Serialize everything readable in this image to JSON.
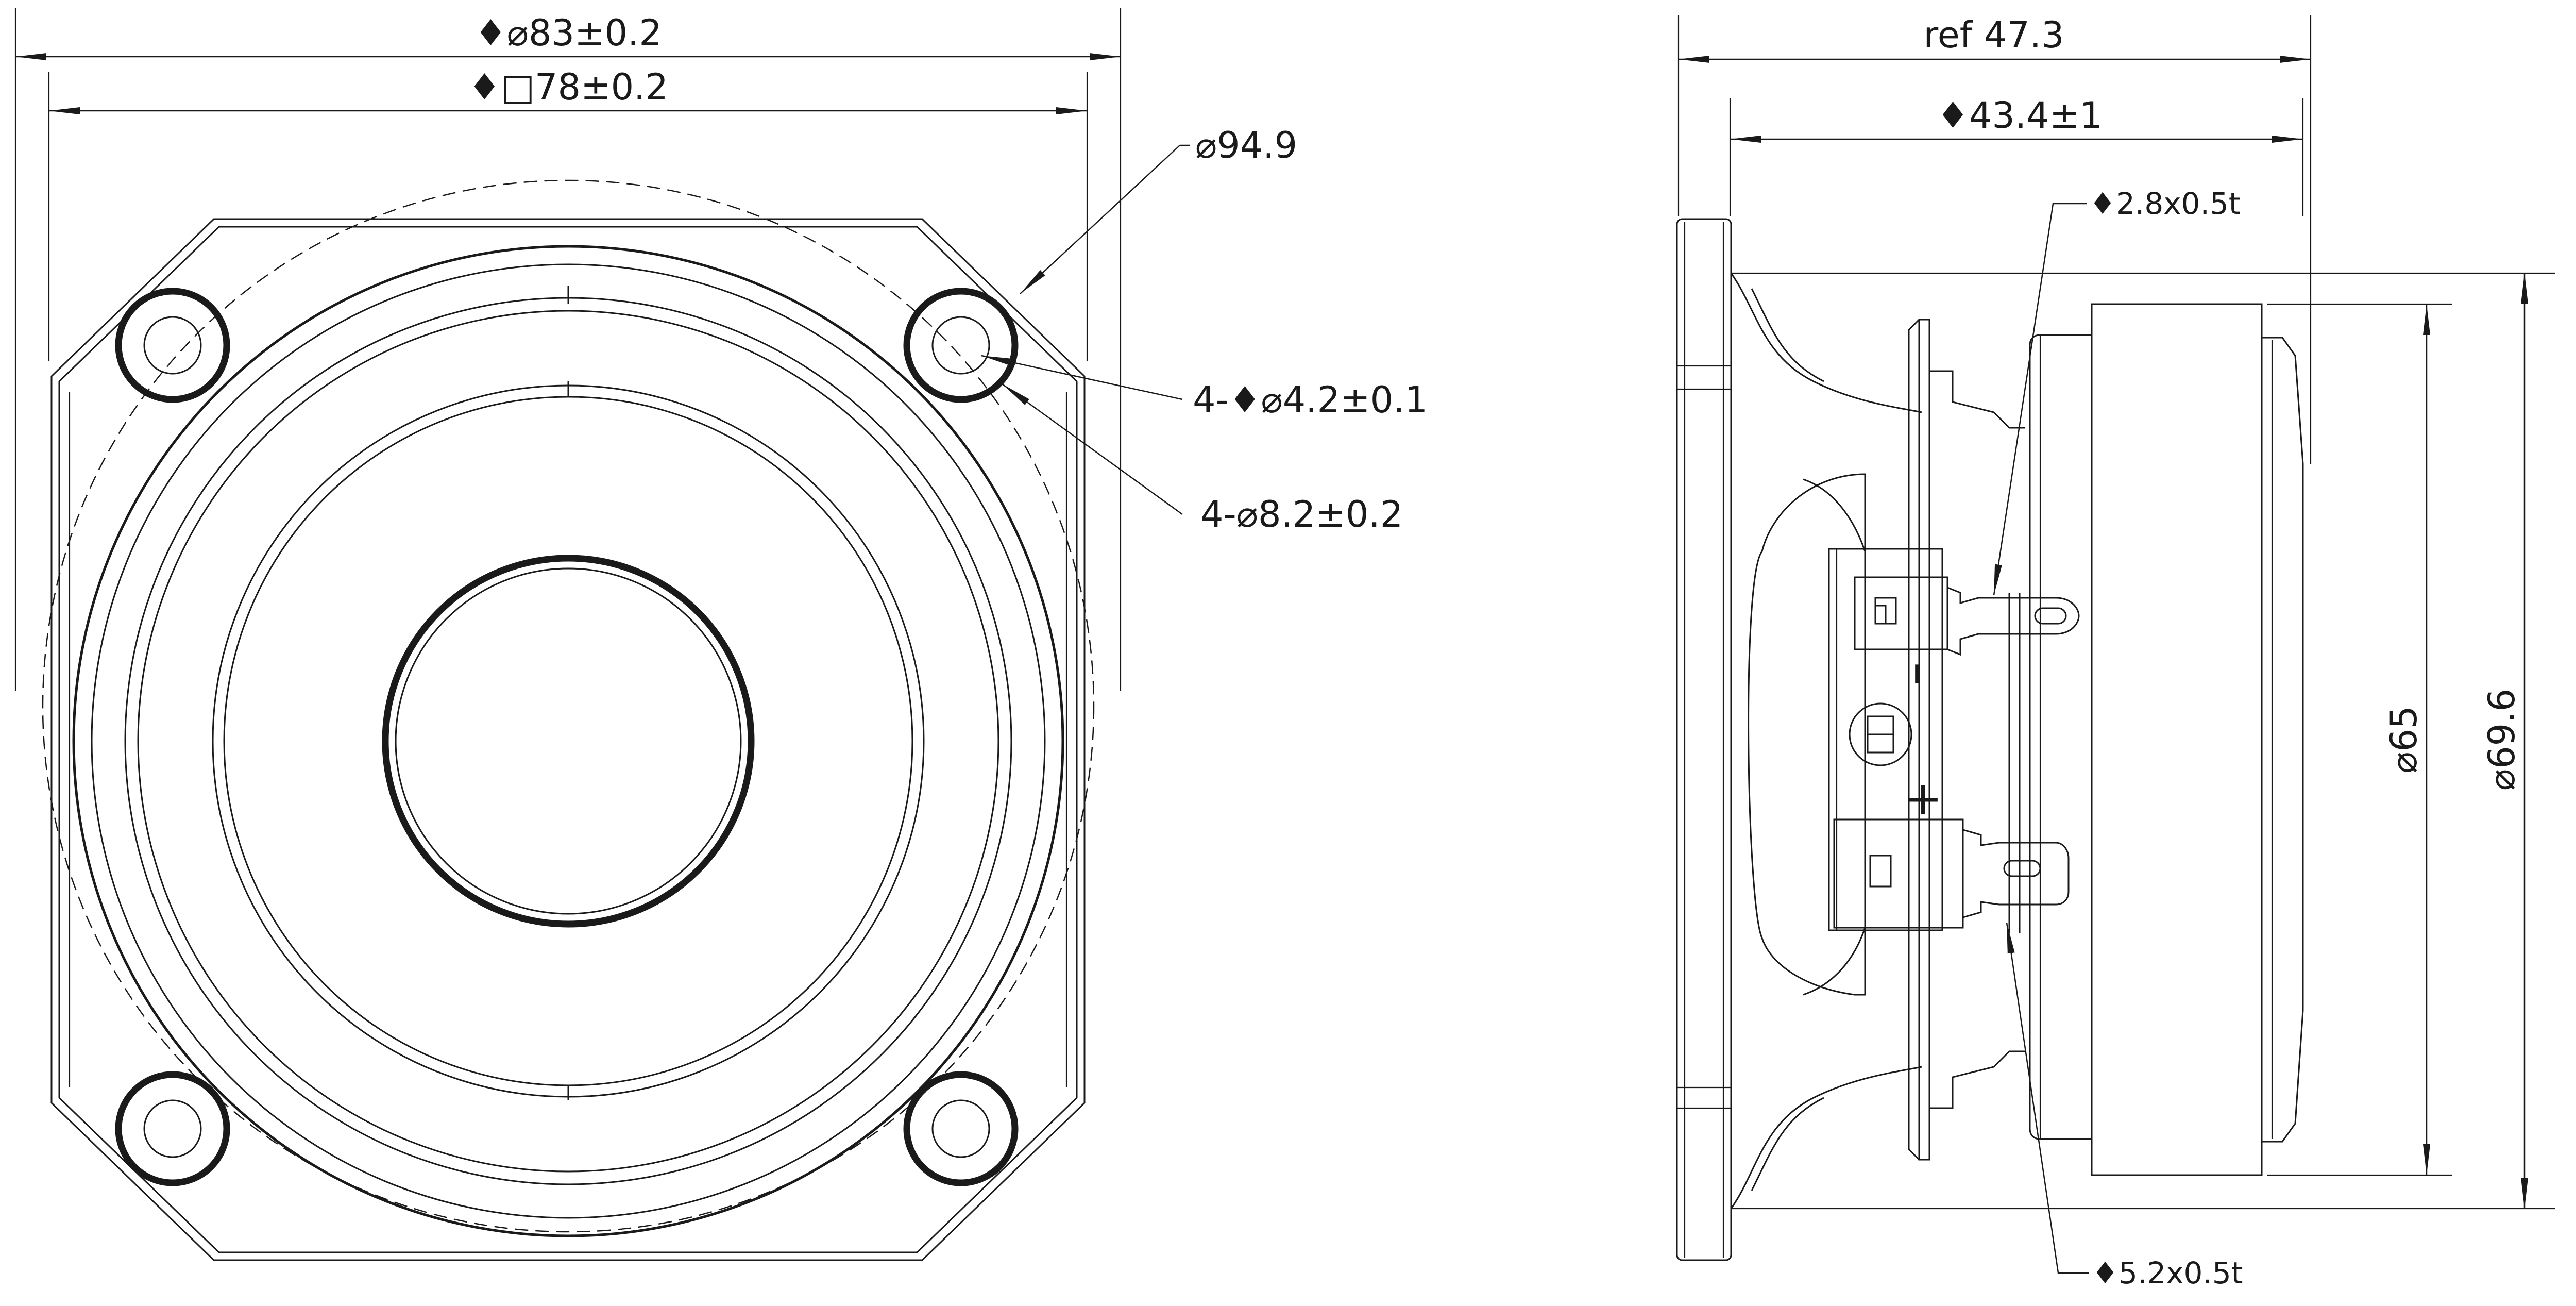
{
  "front_view": {
    "dim_outer_diameter": "♦⌀83±0.2",
    "dim_square": "♦□78±0.2",
    "dim_pcd": "⌀94.9",
    "dim_hole_inner": "4-♦⌀4.2±0.1",
    "dim_hole_outer": "4-⌀8.2±0.2"
  },
  "side_view": {
    "dim_ref_depth": "ref 47.3",
    "dim_depth": "♦43.4±1",
    "dim_small_terminal": "♦2.8x0.5t",
    "dim_large_terminal": "♦5.2x0.5t",
    "dim_magnet": "⌀65",
    "dim_basket": "⌀69.6",
    "polarity_minus": "–",
    "polarity_plus": "+"
  }
}
